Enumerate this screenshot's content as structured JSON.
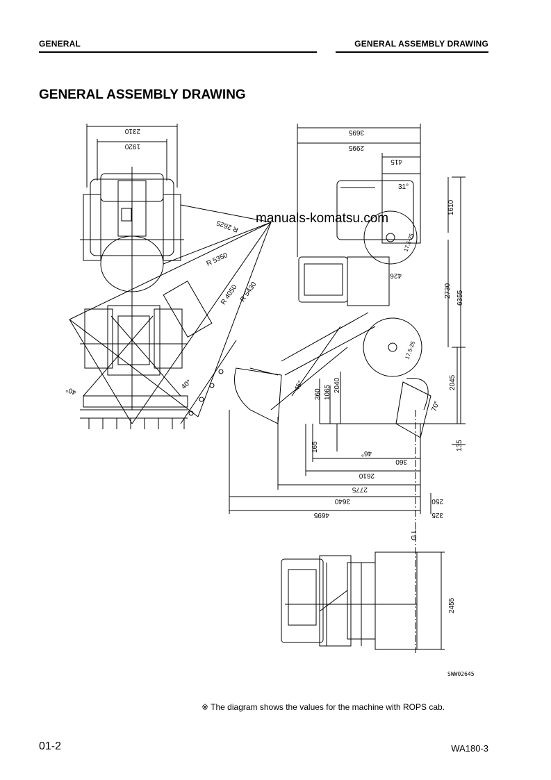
{
  "header": {
    "section": "GENERAL",
    "doc_title": "GENERAL ASSEMBLY DRAWING"
  },
  "page_title": "GENERAL ASSEMBLY DRAWING",
  "watermark": "manuals-komatsu.com",
  "dimensions": {
    "front_width_outer": "2310",
    "front_width_inner": "1920",
    "radius_1": "R 2625",
    "radius_2": "R 5350",
    "radius_3": "R 4050",
    "radius_4": "R 5430",
    "angle_front_1": "40°",
    "angle_front_2": "40°",
    "side_top_outer": "3695",
    "side_top_inner": "2995",
    "side_top_short": "415",
    "angle_rear": "31°",
    "height_1610": "1610",
    "height_2730": "2730",
    "height_6355": "6355",
    "height_426": "426",
    "height_2045": "2045",
    "height_135": "135",
    "dump_360": "360",
    "dump_1065": "1065",
    "dump_2040": "2040",
    "angle_45": "45°",
    "angle_46": "46°",
    "angle_70": "70°",
    "reach_165": "165",
    "dist_360": "360",
    "dist_2610": "2610",
    "dist_2775": "2775",
    "dist_3640": "3640",
    "dist_250": "250",
    "dist_4695": "4695",
    "dist_325": "325",
    "centerline": "G.L",
    "bottom_width": "2455",
    "tire_label": "17.5-25"
  },
  "figure_code": "SWW02645",
  "note": "※ The diagram shows the values for the machine with ROPS cab.",
  "page_number": "01-2",
  "model": "WA180-3"
}
